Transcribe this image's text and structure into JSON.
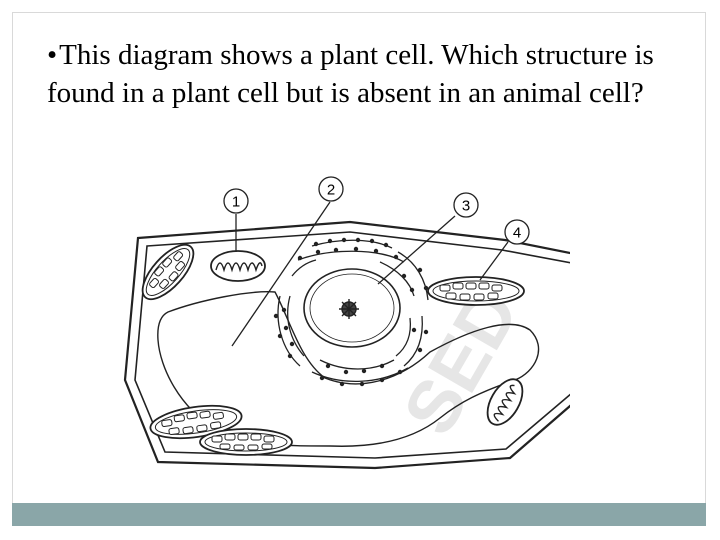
{
  "question": {
    "bullet": "•",
    "text": "This diagram shows a plant cell. Which structure is found in a plant cell but is absent in an animal cell?"
  },
  "diagram": {
    "callouts": [
      "1",
      "2",
      "3",
      "4"
    ],
    "watermark": "SED"
  },
  "colors": {
    "footer_bar": "#8aa6a8",
    "frame_border": "#d9d9d9",
    "ink": "#222222",
    "watermark": "#e6e6e6"
  }
}
